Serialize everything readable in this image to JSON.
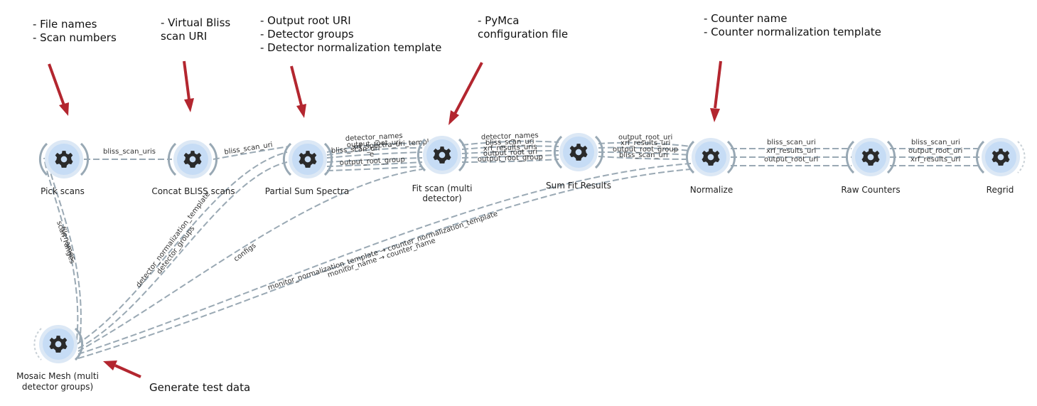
{
  "nodes": {
    "pick_scans": {
      "label": "Pick scans"
    },
    "concat_bliss_scans": {
      "label": "Concat BLISS scans"
    },
    "partial_sum_spectra": {
      "label": "Partial Sum Spectra"
    },
    "fit_scan": {
      "label_line1": "Fit scan (multi",
      "label_line2": "detector)"
    },
    "sum_fit_results": {
      "label": "Sum Fit Results"
    },
    "normalize": {
      "label": "Normalize"
    },
    "raw_counters": {
      "label": "Raw Counters"
    },
    "regrid": {
      "label": "Regrid"
    },
    "mosaic_mesh": {
      "label_line1": "Mosaic Mesh (multi",
      "label_line2": "detector groups)"
    }
  },
  "edges": {
    "pick_concat": [
      "bliss_scan_uris"
    ],
    "concat_partial": [
      "bliss_scan_uri"
    ],
    "partial_fit": [
      "detector_names",
      "output_root_uri",
      "xrf_spectra_uri_templat",
      "e",
      "bliss_scan_uri",
      "output_root_group"
    ],
    "fit_sum": [
      "detector_names",
      "bliss_scan_uri",
      "xrf_results_uris",
      "output_root_uri",
      "output_root_group"
    ],
    "sum_norm": [
      "output_root_uri",
      "xrf_results_uri",
      "output_root_group",
      "bliss_scan_uri"
    ],
    "norm_raw": [
      "bliss_scan_uri",
      "xrf_results_uri",
      "output_root_uri"
    ],
    "raw_regrid": [
      "bliss_scan_uri",
      "output_root_uri",
      "xrf_results_uri"
    ],
    "mosaic_pick": [
      "scan_ranges",
      "filenames"
    ],
    "mosaic_partial": [
      "detector_normalization_template",
      "detector_groups"
    ],
    "mosaic_fit": [
      "configs"
    ],
    "mosaic_norm": [
      "monitor_normalization_template → counter_normalization_template",
      "monitor_name → counter_name"
    ]
  },
  "annotations": {
    "pick": [
      "- File names",
      "- Scan numbers"
    ],
    "concat": [
      "- Virtual Bliss",
      "scan URI"
    ],
    "partial": [
      "- Output root URI",
      "- Detector groups",
      "- Detector normalization template"
    ],
    "fit": [
      "- PyMca",
      "configuration file"
    ],
    "normalize": [
      "- Counter name",
      "- Counter normalization template"
    ],
    "mosaic": "Generate test data"
  },
  "colors": {
    "edge": "#9aa9b4",
    "node_halo": "#dce8f5",
    "node_core": "#c6dcf5",
    "gear": "#2a2a2a",
    "annotation_arrow": "#b3262f"
  },
  "icons": {
    "node": "gear-icon",
    "pointer": "arrow-icon"
  }
}
